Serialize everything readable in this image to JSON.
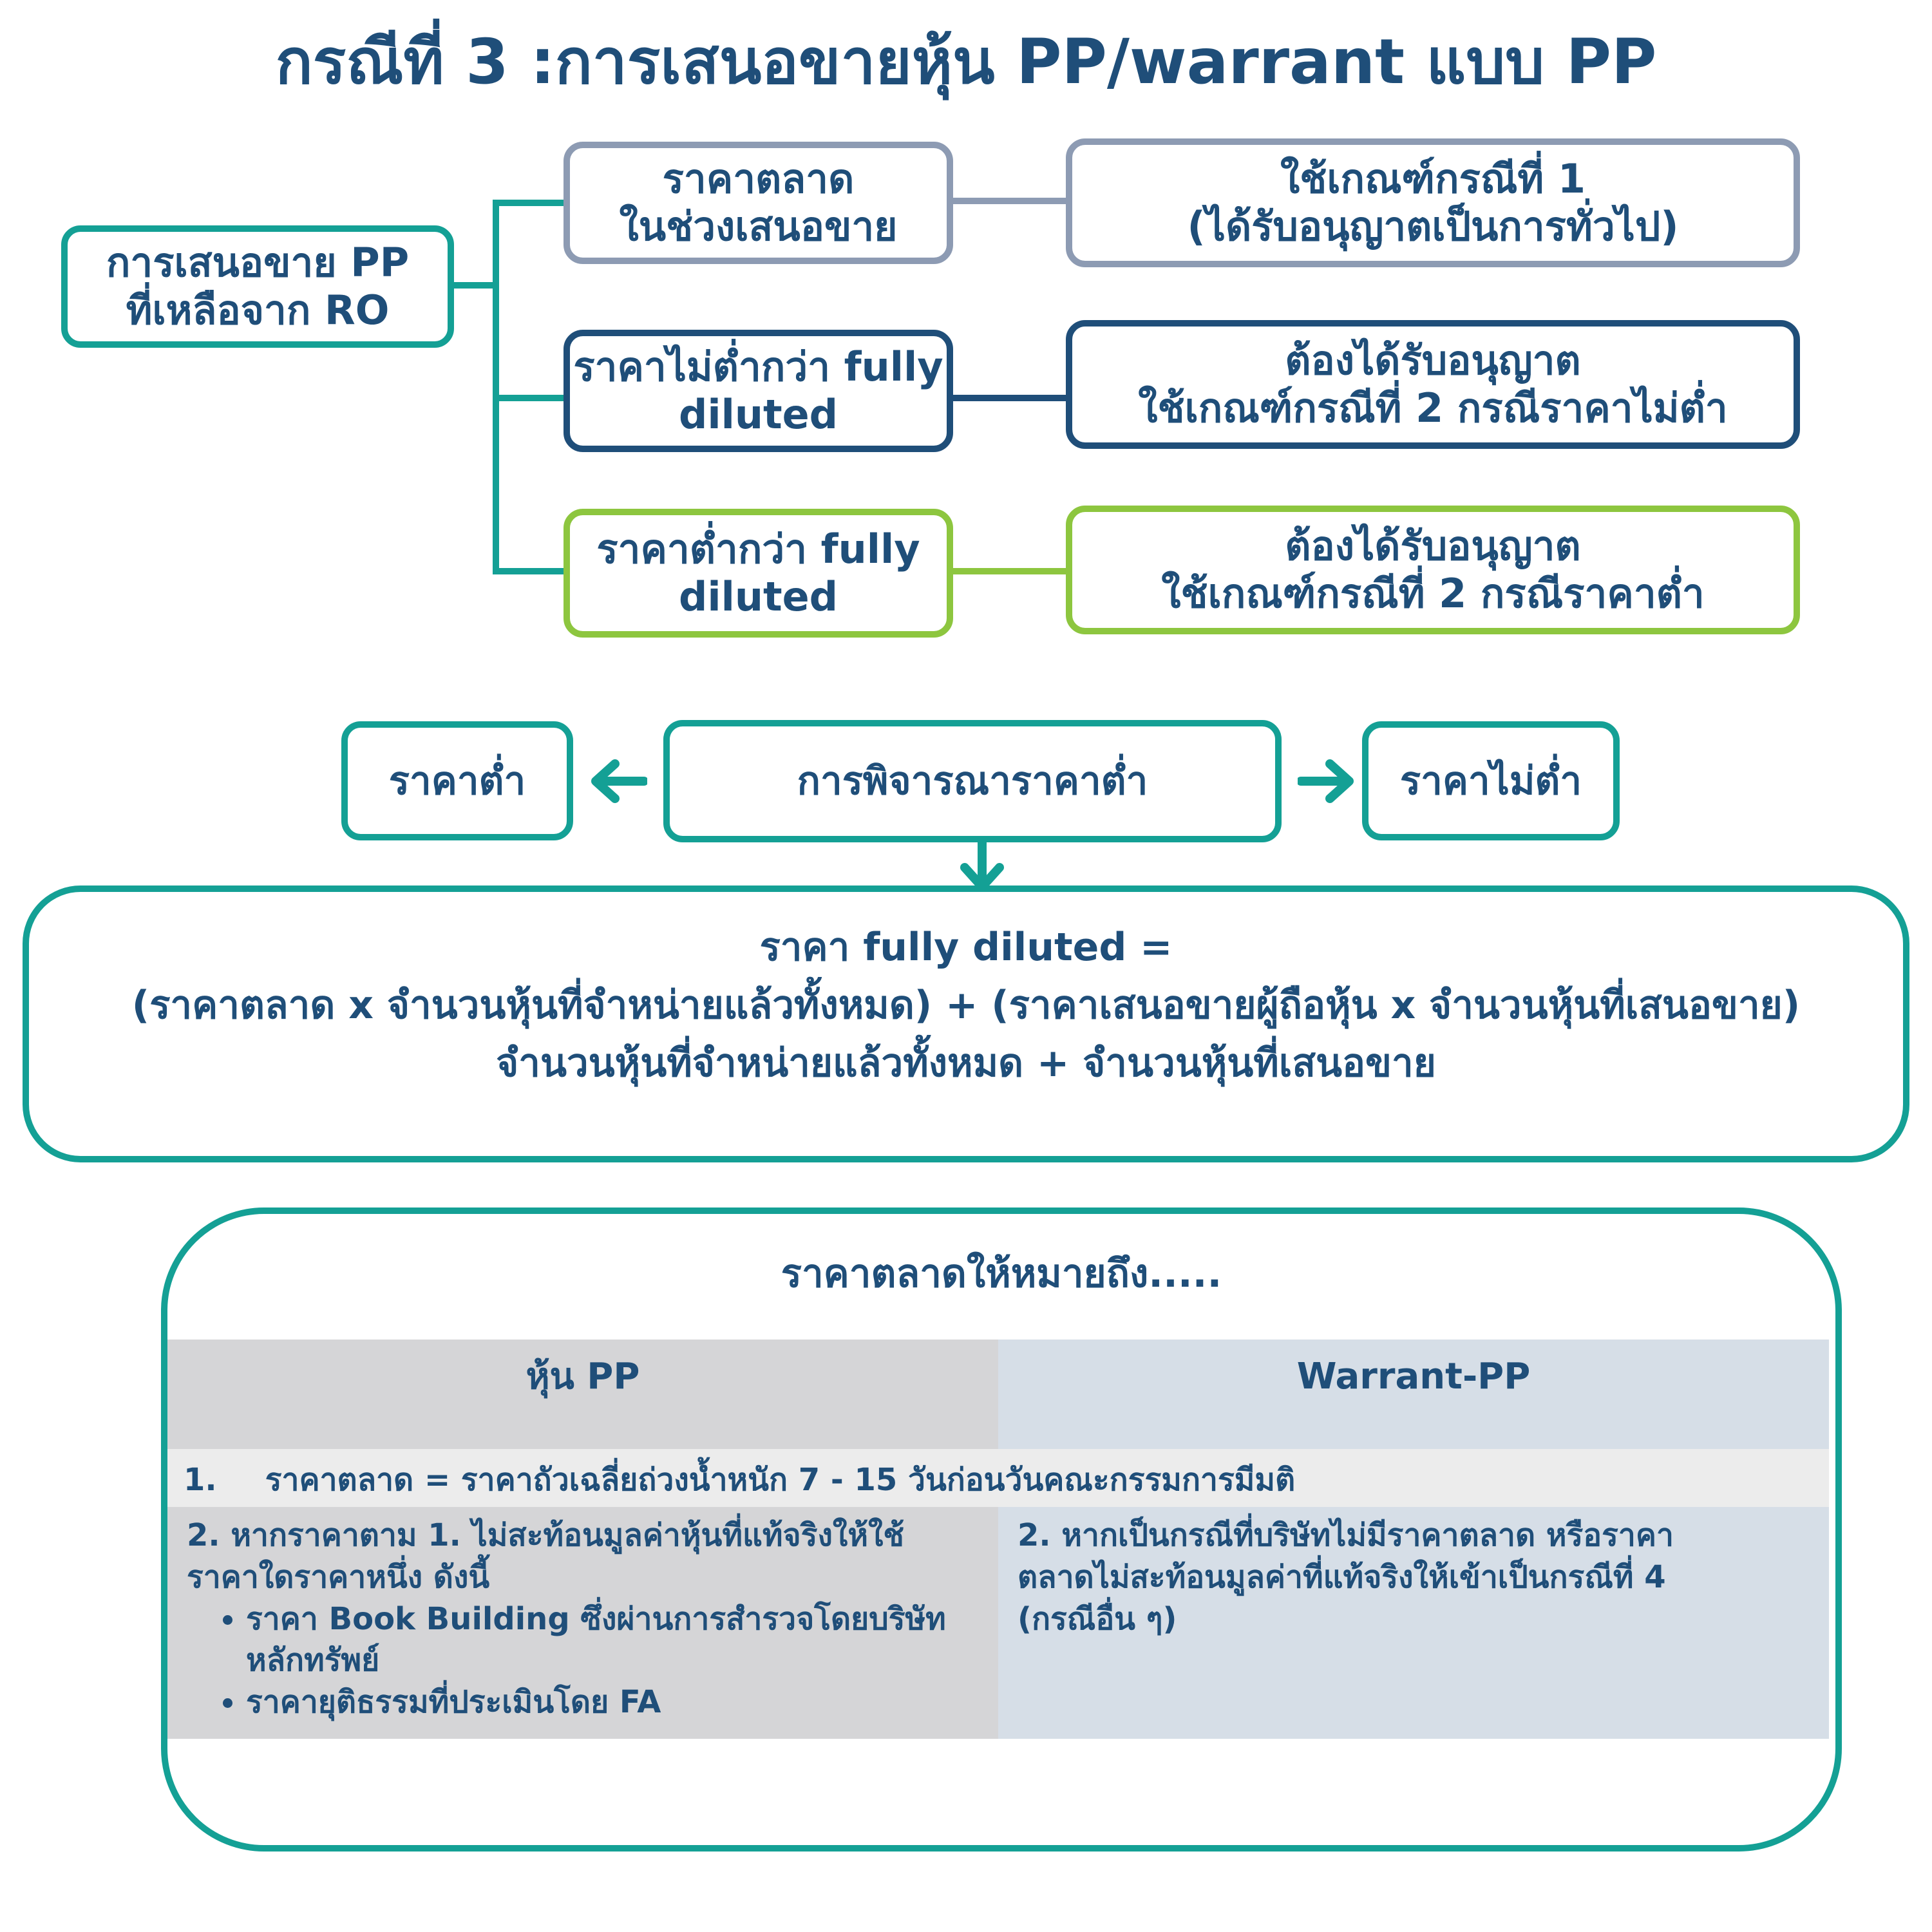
{
  "title": "กรณีที่ 3 :การเสนอขายหุ้น PP/warrant แบบ PP",
  "tree": {
    "root": {
      "line1": "การเสนอขาย PP",
      "line2": "ที่เหลือจาก RO"
    },
    "branches": [
      {
        "label1": "ราคาตลาด",
        "label2": "ในช่วงเสนอขาย",
        "result1": "ใช้เกณฑ์กรณีที่ 1",
        "result2": "(ได้รับอนุญาตเป็นการทั่วไป)"
      },
      {
        "label1": "ราคาไม่ต่ำกว่า fully",
        "label2": "diluted",
        "result1": "ต้องได้รับอนุญาต",
        "result2": "ใช้เกณฑ์กรณีที่ 2 กรณีราคาไม่ต่ำ"
      },
      {
        "label1": "ราคาต่ำกว่า fully",
        "label2": "diluted",
        "result1": "ต้องได้รับอนุญาต",
        "result2": "ใช้เกณฑ์กรณีที่ 2 กรณีราคาต่ำ"
      }
    ]
  },
  "consider": {
    "center": "การพิจารณาราคาต่ำ",
    "left": "ราคาต่ำ",
    "right": "ราคาไม่ต่ำ"
  },
  "formula": {
    "line1": "ราคา fully diluted =",
    "line2": "(ราคาตลาด x จำนวนหุ้นที่จำหน่ายแล้วทั้งหมด) + (ราคาเสนอขายผู้ถือหุ้น x จำนวนหุ้นที่เสนอขาย)",
    "line3": "จำนวนหุ้นที่จำหน่ายแล้วทั้งหมด + จำนวนหุ้นที่เสนอขาย"
  },
  "market": {
    "heading": "ราคาตลาดให้หมายถึง.....",
    "col1_header": "หุ้น PP",
    "col2_header": "Warrant-PP",
    "row1_num": "1.",
    "row1_text": "ราคาตลาด = ราคาถัวเฉลี่ยถ่วงน้ำหนัก 7 - 15 วันก่อนวันคณะกรรมการมีมติ",
    "row2_left_line1": "2. หากราคาตาม 1. ไม่สะท้อนมูลค่าหุ้นที่แท้จริงให้ใช้",
    "row2_left_line2": "ราคาใดราคาหนึ่ง ดังนี้",
    "bullets": [
      "ราคา Book Building ซึ่งผ่านการสำรวจโดยบริษัทหลักทรัพย์",
      "ราคายุติธรรมที่ประเมินโดย FA"
    ],
    "row2_right_line1": "2. หากเป็นกรณีที่บริษัทไม่มีราคาตลาด หรือราคา",
    "row2_right_line2": "ตลาดไม่สะท้อนมูลค่าที่แท้จริงให้เข้าเป็นกรณีที่ 4",
    "row2_right_line3": "(กรณีอื่น ๆ)"
  },
  "colors": {
    "teal": "#14a095",
    "navy": "#1f4e79",
    "grey_blue": "#8d9bb3",
    "green": "#8dc63f",
    "cell_grey": "#d5d5d7",
    "cell_blue": "#d6dee7",
    "cell_light": "#ececec"
  }
}
